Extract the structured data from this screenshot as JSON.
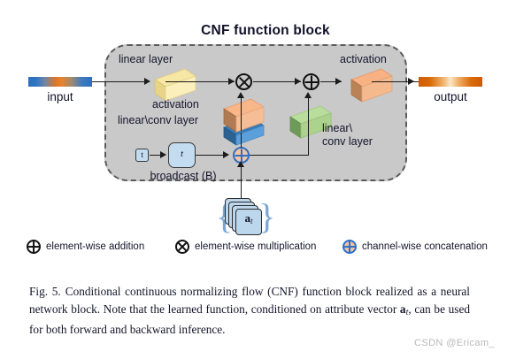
{
  "figure": {
    "title": "CNF function block",
    "input_label": "input",
    "output_label": "output",
    "labels": {
      "linear_layer": "linear layer",
      "activation_left": "activation",
      "linear_conv_layer_left": "linear\\conv layer",
      "activation_right": "activation",
      "linear_conv_layer_right_line1": "linear\\",
      "linear_conv_layer_right_line2": "conv layer",
      "broadcast": "broadcast (B)",
      "t_small": "t",
      "t_broadcast": "t",
      "attribute_vector": "a",
      "attribute_vector_sub": "t"
    },
    "colors": {
      "container_fill": "#c9c9c9",
      "container_border": "#5b5b5b",
      "linear_layer_block": "#f7e7a4",
      "activation_block_left": "#f5b182",
      "linear_conv_block_left": "#3a7ab5",
      "activation_block_right": "#f3a977",
      "linear_conv_block_right": "#a8d18a",
      "concat_accent": "#2f6fc4",
      "card_fill": "#bcd6ec"
    }
  },
  "legend": [
    {
      "symbol": "plus-circle-icon",
      "label": "element-wise addition"
    },
    {
      "symbol": "times-circle-icon",
      "label": "element-wise multiplication"
    },
    {
      "symbol": "plus-circle-blue-icon",
      "label": "channel-wise concatenation"
    }
  ],
  "caption": {
    "figure_number": "Fig. 5.",
    "text_part1": "Conditional continuous normalizing flow (CNF) function block realized as a neural network block. Note that the learned function, conditioned on attribute vector ",
    "symbol_bold": "a",
    "symbol_sub": "t",
    "text_part2": ", can be used for both forward and backward inference."
  },
  "watermark": "CSDN @Ericam_"
}
